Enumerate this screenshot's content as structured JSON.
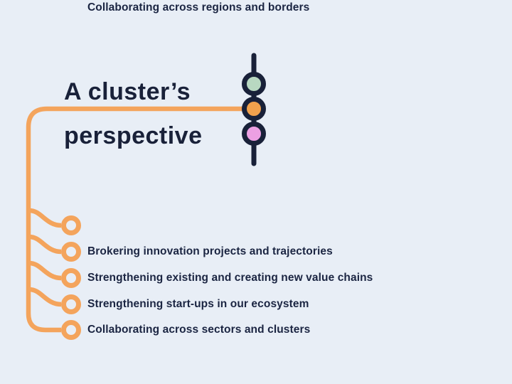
{
  "slide": {
    "title": {
      "line1": "A cluster’s",
      "line2": "perspective"
    },
    "bullets": [
      {
        "label": "Brokering innovation projects and trajectories"
      },
      {
        "label": "Strengthening existing and creating new value chains"
      },
      {
        "label": "Strengthening start-ups in our ecosystem"
      },
      {
        "label": "Collaborating across sectors and clusters"
      },
      {
        "label": "Collaborating across regions and borders"
      }
    ],
    "milestones": [
      {
        "name": "milestone-dot-green",
        "color": "#B8D8C1"
      },
      {
        "name": "milestone-dot-orange",
        "color": "#F1A14D"
      },
      {
        "name": "milestone-dot-pink",
        "color": "#ECA0E3"
      }
    ],
    "colors": {
      "background": "#E8EEF6",
      "navy": "#192139",
      "connector_orange": "#F4A45C"
    }
  }
}
